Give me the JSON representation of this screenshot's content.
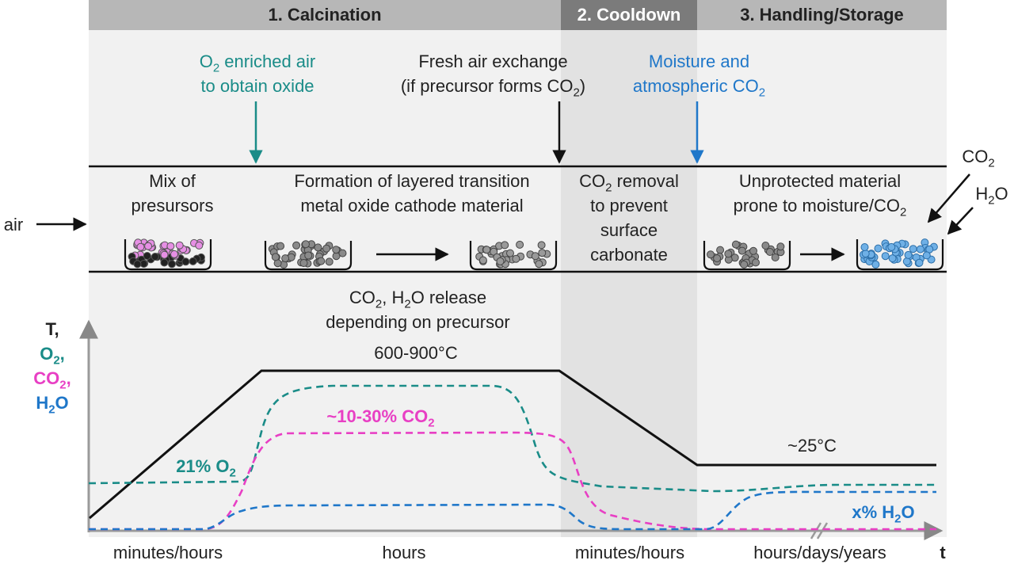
{
  "phases": {
    "calcination": "1. Calcination",
    "cooldown": "2. Cooldown",
    "storage": "3. Handling/Storage"
  },
  "annotations": {
    "o2_enriched": {
      "line1_pre": "O",
      "line1_sub": "2",
      "line1_post": " enriched air",
      "line2": "to obtain oxide"
    },
    "fresh_air": {
      "line1": "Fresh air exchange",
      "line2_pre": "(if precursor forms CO",
      "line2_sub": "2",
      "line2_post": ")"
    },
    "moisture": {
      "line1": "Moisture and",
      "line2_pre": "atmospheric CO",
      "line2_sub": "2"
    }
  },
  "process": {
    "air_label": "air",
    "mix": {
      "line1": "Mix of",
      "line2": "presursors"
    },
    "formation": {
      "line1": "Formation of layered transition",
      "line2": "metal oxide cathode material"
    },
    "co2_removal": {
      "line1_pre": "CO",
      "line1_sub": "2",
      "line1_post": " removal",
      "line2": "to prevent",
      "line3": "surface",
      "line4": "carbonate"
    },
    "unprotected": {
      "line1": "Unprotected material",
      "line2_pre": "prone to moisture/CO",
      "line2_sub": "2"
    },
    "co2_in": {
      "pre": "CO",
      "sub": "2"
    },
    "h2o_in": {
      "pre": "H",
      "sub": "2",
      "post": "O"
    }
  },
  "graph": {
    "release_note": {
      "line1_a": "CO",
      "line1_sub1": "2",
      "line1_b": ", H",
      "line1_sub2": "2",
      "line1_c": "O release",
      "line2": "depending on precursor"
    },
    "temp_high": "600-900°C",
    "temp_low": "~25°C",
    "o2_label": {
      "pre": "21% O",
      "sub": "2"
    },
    "co2_label": {
      "pre": "~10-30% CO",
      "sub": "2"
    },
    "h2o_label": {
      "pre": "x% H",
      "sub": "2",
      "post": "O"
    },
    "y_axis": {
      "t": "T,",
      "o2_pre": "O",
      "o2_sub": "2",
      "o2_post": ",",
      "co2_pre": "CO",
      "co2_sub": "2",
      "co2_post": ",",
      "h2o_pre": "H",
      "h2o_sub": "2",
      "h2o_post": "O"
    },
    "x_axis": {
      "end": "t",
      "seg1": "minutes/hours",
      "seg2": "hours",
      "seg3": "minutes/hours",
      "seg4": "hours/days/years"
    }
  },
  "colors": {
    "o2": "#1a8c88",
    "co2": "#e83fc4",
    "h2o": "#1f77c9",
    "temp": "#111111",
    "header_bg": "#b7b7b7",
    "header_dark": "#7b7b7b",
    "panel_bg": "#f1f1f1",
    "cooldown_bg": "#e2e2e2"
  }
}
